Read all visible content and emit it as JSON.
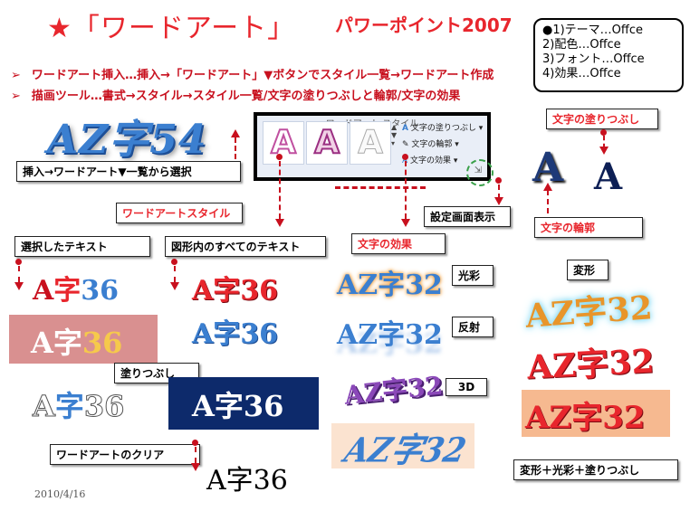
{
  "title": "★「ワードアート」",
  "subtitle": "パワーポイント2007",
  "theme_box": [
    "●1)テーマ…Offce",
    "2)配色…Offce",
    "3)フォント…Offce",
    "4)効果…Offce"
  ],
  "bullets": [
    "ワードアート挿入…挿入→「ワードアート」▼ボタンでスタイル一覧→ワードアート作成",
    "描画ツール…書式→スタイル→スタイル一覧/文字の塗りつぶしと輪郭/文字の効果"
  ],
  "bullet_marker": "➢",
  "samples": {
    "main": "AZ字54",
    "a36": "A字36",
    "az32": "AZ字32",
    "single_a": "A"
  },
  "ribbon": {
    "gallery": [
      "A",
      "A",
      "A"
    ],
    "options": [
      "文字の塗りつぶし",
      "文字の輪郭",
      "文字の効果"
    ],
    "footer": "ワードアート スタイル",
    "launcher": "⇲"
  },
  "labels": {
    "insert_select": "挿入→ワードアート▼一覧から選択",
    "wordart_style": "ワードアートスタイル",
    "selected_text": "選択したテキスト",
    "all_text": "図形内のすべてのテキスト",
    "text_effects": "文字の効果",
    "settings_dialog": "設定画面表示",
    "text_fill": "文字の塗りつぶし",
    "text_outline": "文字の輪郭",
    "glow": "光彩",
    "reflection": "反射",
    "three_d": "3D",
    "transform": "変形",
    "fill": "塗りつぶし",
    "clear": "ワードアートのクリア",
    "transform_combo": "変形＋光彩＋塗りつぶし"
  },
  "date": "2010/4/16",
  "colors": {
    "accent_red": "#e8262d",
    "wordart_blue": "#3b7fd0",
    "navy_fill": "#0d2a6b",
    "pink_fill": "#d99090"
  }
}
